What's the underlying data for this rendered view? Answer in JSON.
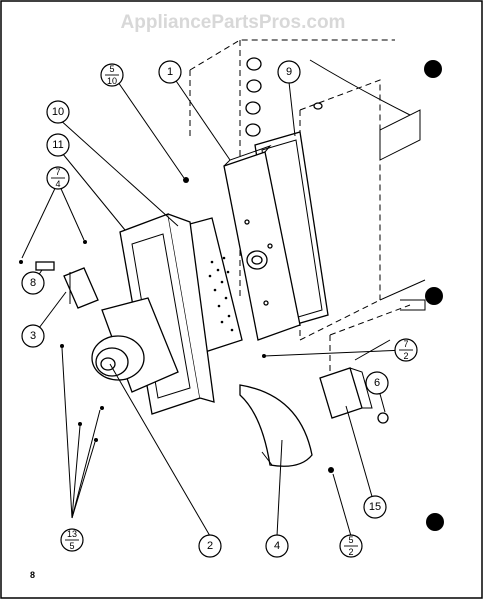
{
  "watermark": "AppliancePartsPros.com",
  "page_number": "8",
  "callouts": [
    {
      "id": "c-5-10",
      "top": "5",
      "bottom": "10"
    },
    {
      "id": "c-1",
      "label": "1"
    },
    {
      "id": "c-9",
      "label": "9"
    },
    {
      "id": "c-10",
      "label": "10"
    },
    {
      "id": "c-11",
      "label": "11"
    },
    {
      "id": "c-7-4",
      "top": "7",
      "bottom": "4"
    },
    {
      "id": "c-8",
      "label": "8"
    },
    {
      "id": "c-3",
      "label": "3"
    },
    {
      "id": "c-7-2",
      "top": "7",
      "bottom": "2"
    },
    {
      "id": "c-6",
      "label": "6"
    },
    {
      "id": "c-15",
      "label": "15"
    },
    {
      "id": "c-13-5",
      "top": "13",
      "bottom": "5"
    },
    {
      "id": "c-2",
      "label": "2"
    },
    {
      "id": "c-4",
      "label": "4"
    },
    {
      "id": "c-5-2",
      "top": "5",
      "bottom": "2"
    }
  ]
}
